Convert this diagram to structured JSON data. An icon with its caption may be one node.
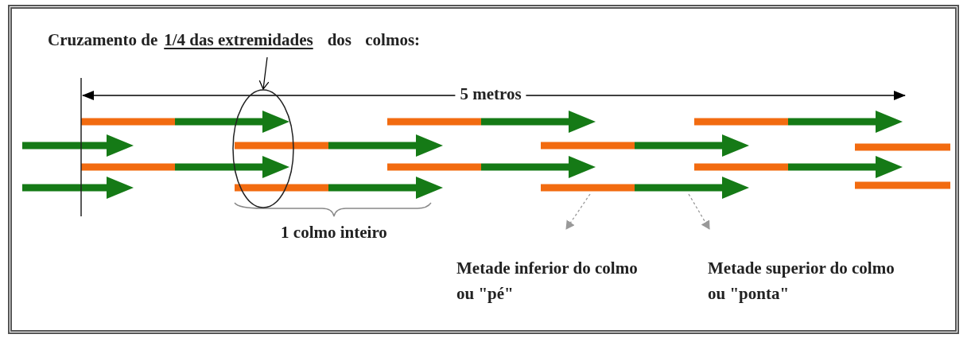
{
  "diagram": {
    "nodes": [
      {
        "text": [
          "Cruzamento de",
          "1/4 das extremidades",
          "dos colmos:"
        ]
      },
      {
        "text": [],
        "shape": "circle"
      },
      {
        "text": [
          "Metade inferior do colmo ou \"pé\""
        ]
      },
      {
        "text": [
          "Metade superior do colmo ou \"ponta\""
        ]
      }
    ],
    "edges": [
      {
        "from": 0,
        "to": 1,
        "arrow": "to",
        "color": "#000000"
      },
      {
        "from": null,
        "to": 2,
        "arrow": "to",
        "style": "dashed",
        "color": "#999999"
      },
      {
        "from": null,
        "to": 3,
        "arrow": "to",
        "style": "dashed",
        "color": "#999999"
      }
    ],
    "labels": [
      "5 metros",
      "1 colmo inteiro"
    ]
  }
}
